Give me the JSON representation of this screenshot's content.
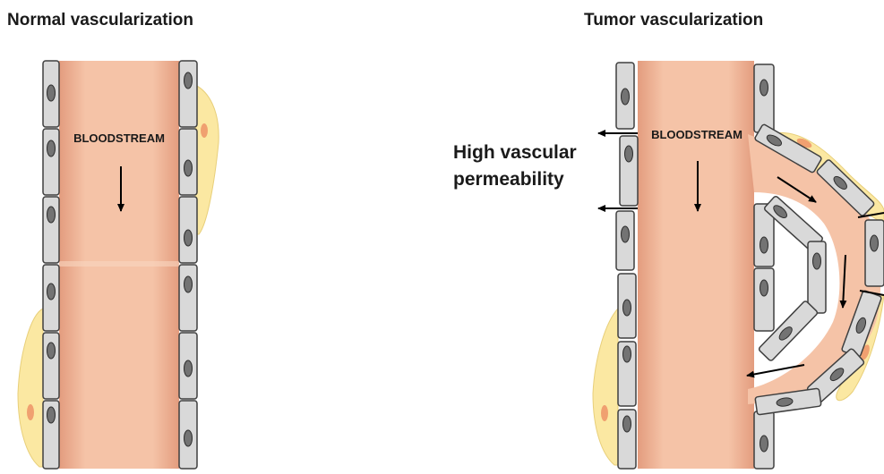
{
  "titles": {
    "normal": "Normal vascularization",
    "tumor": "Tumor vascularization"
  },
  "labels": {
    "bloodstream_normal": "BLOODSTREAM",
    "bloodstream_tumor": "BLOODSTREAM",
    "permeability_line1": "High vascular",
    "permeability_line2": "permeability"
  },
  "colors": {
    "blood": "#f5c3a7",
    "blood_edge": "#e8a282",
    "endothelial_cell": "#d9d9d9",
    "cell_outline": "#3f3f3f",
    "nucleus": "#737373",
    "pericyte": "#fbe8a2",
    "pericyte_nucleus": "#f0a070",
    "arrow": "#000000"
  }
}
